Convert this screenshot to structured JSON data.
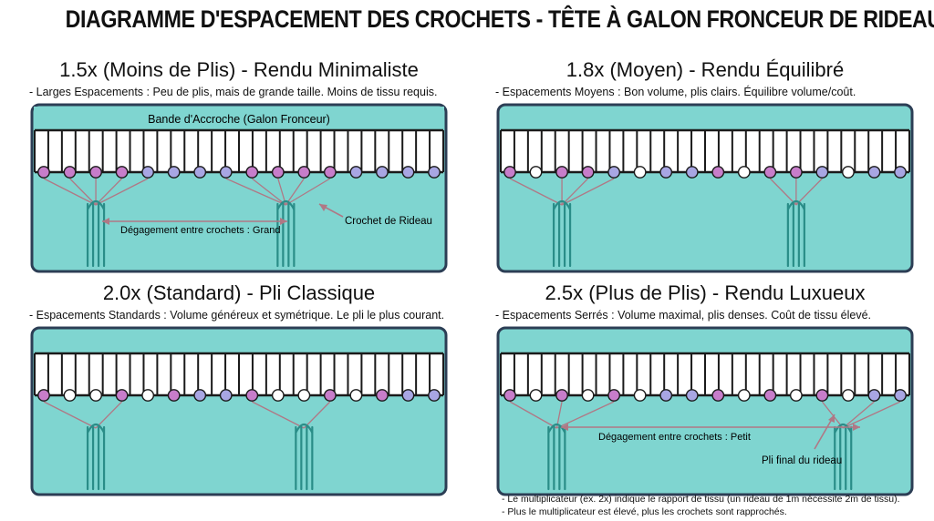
{
  "title": "DIAGRAMME D'ESPACEMENT DES CROCHETS - TÊTE À GALON FRONCEUR DE RIDEAU",
  "colors": {
    "fabric": "#7fd5d0",
    "fabric_border": "#2c3e55",
    "hook_ring": "#2a8d88",
    "dot_purple": "#c77dca",
    "dot_blue": "#a8a6e3",
    "dot_white": "#ffffff",
    "arrow": "#b07885"
  },
  "panels": [
    {
      "id": "p15",
      "title": "1.5x (Moins de Plis) - Rendu Minimaliste",
      "description": "- Larges Espacements : Peu de plis, mais de grande taille. Moins de tissu requis.",
      "band_label": "Bande d'Accroche (Galon Fronceur)",
      "pattern": [
        "p",
        "p",
        "p",
        "p",
        "b",
        "b",
        "b",
        "b",
        "p",
        "p",
        "p",
        "p",
        "b",
        "b",
        "b",
        "b"
      ],
      "hooks": [
        2,
        9.3
      ],
      "labels": [
        {
          "text": "Dégagement entre crochets : Grand",
          "icon": "double-arrow"
        },
        {
          "text": "Crochet de Rideau",
          "icon": "pointer-arrow"
        }
      ]
    },
    {
      "id": "p18",
      "title": "1.8x (Moyen) - Rendu Équilibré",
      "description": "- Espacements Moyens : Bon volume, plis clairs. Équilibre volume/coût.",
      "band_label": "",
      "pattern": [
        "p",
        "w",
        "p",
        "p",
        "b",
        "w",
        "b",
        "b",
        "p",
        "w",
        "p",
        "p",
        "b",
        "w",
        "b",
        "b"
      ],
      "hooks": [
        2,
        11
      ],
      "labels": []
    },
    {
      "id": "p20",
      "title": "2.0x (Standard) - Pli Classique",
      "description": "- Espacements Standards : Volume généreux et symétrique. Le pli le plus courant.",
      "band_label": "",
      "pattern": [
        "p",
        "w",
        "w",
        "p",
        "w",
        "p",
        "b",
        "b",
        "p",
        "w",
        "w",
        "p",
        "w",
        "p",
        "b",
        "b"
      ],
      "hooks": [
        2,
        10
      ],
      "labels": []
    },
    {
      "id": "p25",
      "title": "2.5x (Plus de Plis) - Rendu Luxueux",
      "description": "- Espacements Serrés : Volume maximal, plis denses. Coût de tissu élevé.",
      "band_label": "",
      "pattern": [
        "p",
        "w",
        "p",
        "w",
        "p",
        "w",
        "b",
        "b",
        "p",
        "w",
        "p",
        "w",
        "p",
        "w",
        "b",
        "b"
      ],
      "hooks": [
        1.8,
        12.8
      ],
      "labels": [
        {
          "text": "Dégagement entre crochets : Petit",
          "icon": "double-arrow"
        },
        {
          "text": "Pli final du rideau",
          "icon": "pointer-arrow"
        }
      ]
    }
  ],
  "footnotes": [
    "- Le multiplicateur (ex. 2x) indique le rapport de tissu (un rideau de 1m nécessite 2m de tissu).",
    "- Plus le multiplicateur est élevé, plus les crochets sont rapprochés."
  ]
}
